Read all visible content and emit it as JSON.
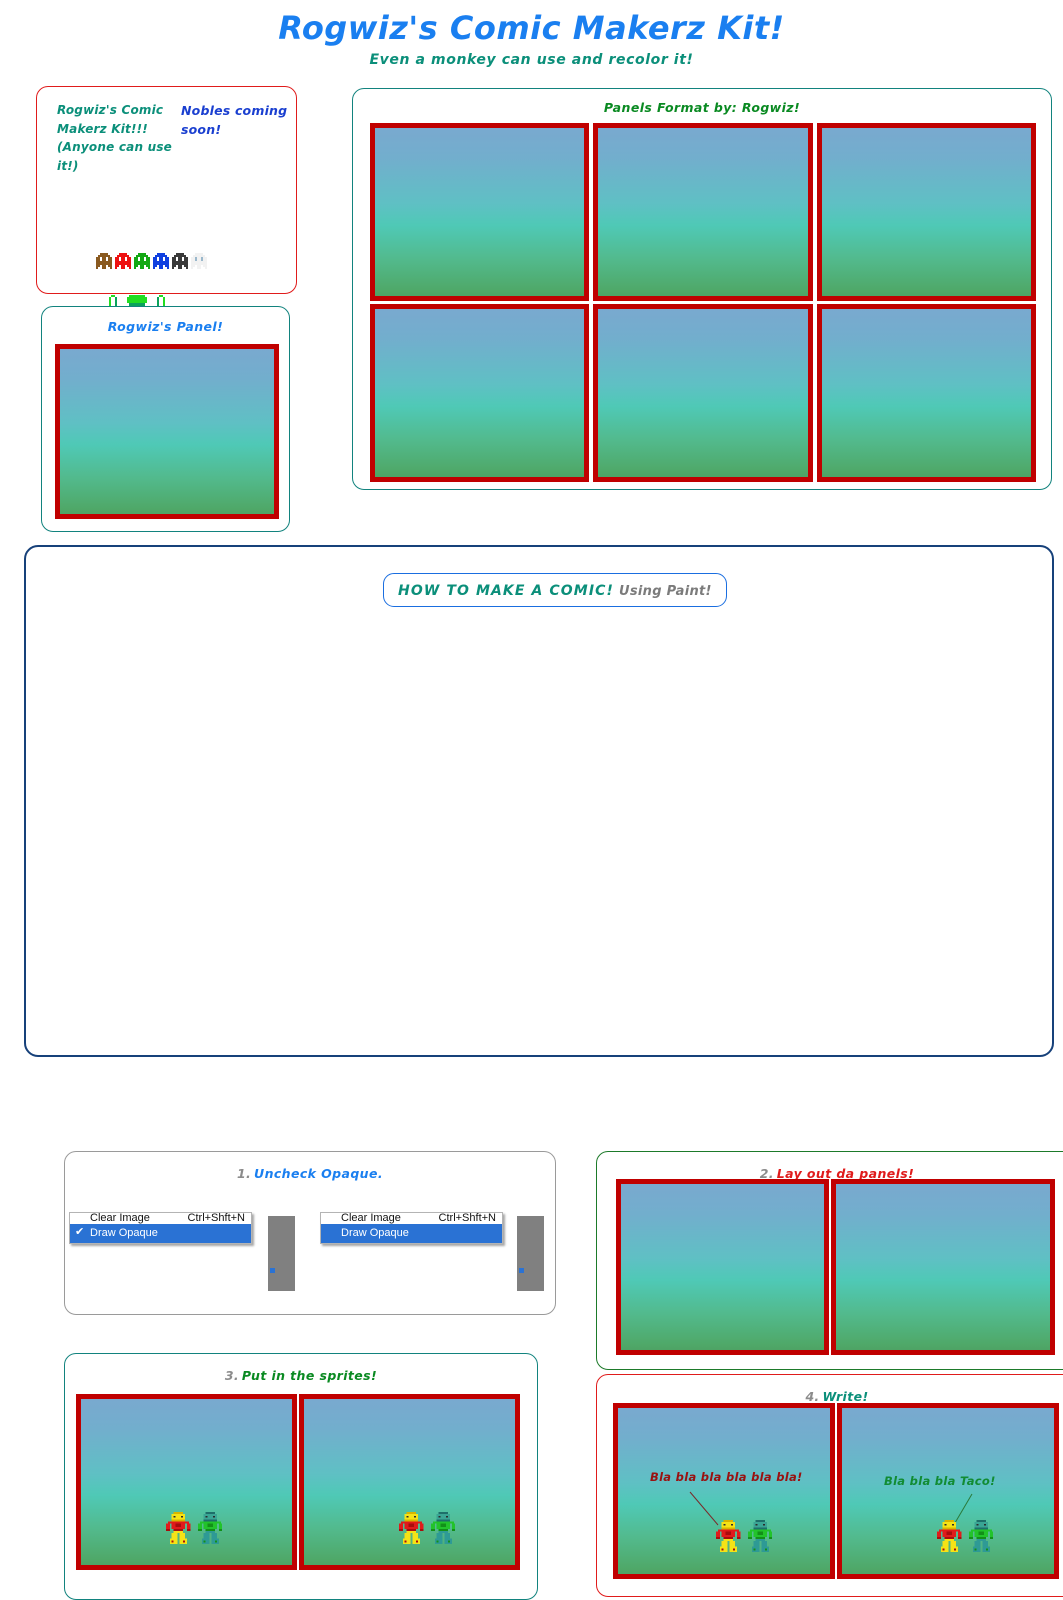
{
  "header": {
    "title": "Rogwiz's Comic Makerz Kit!",
    "subtitle": "Even a monkey can use and recolor it!",
    "title_color": "#1a7ff0",
    "subtitle_color": "#0b8f7a"
  },
  "info_box": {
    "left_text": "Rogwiz's Comic Makerz Kit!!! (Anyone can use it!)",
    "left_lines": [
      "Rogwiz's Comic",
      "Makerz Kit!!!",
      "(Anyone can use it!)"
    ],
    "right_text": "Nobles coming soon!",
    "right_lines": [
      "Nobles coming",
      "soon!"
    ],
    "left_color": "#0b8f7a",
    "right_color": "#1a3fd0",
    "border_color": "#e01b1b",
    "blob_sprites": [
      {
        "name": "blob-brown",
        "color": "#8a5a20"
      },
      {
        "name": "blob-red",
        "color": "#ee1111"
      },
      {
        "name": "blob-green",
        "color": "#14a814"
      },
      {
        "name": "blob-blue",
        "color": "#1040e0"
      },
      {
        "name": "blob-dark",
        "color": "#3a3a3a"
      },
      {
        "name": "blob-white",
        "color": "#f2f2f2"
      }
    ],
    "parts_sprite_label": "disassembled-robot-parts",
    "assembled_sprites": [
      "robot-red-yellow",
      "robot-green-teal"
    ]
  },
  "single_panel_card": {
    "title": "Rogwiz's Panel!",
    "title_color": "#1a7ff0",
    "border_color": "#12837e"
  },
  "panels_format_card": {
    "title": "Panels Format  by: Rogwiz!",
    "title_color": "#0a8a22",
    "border_color": "#12837e",
    "panel_count": 6
  },
  "panel_style": {
    "frame_color": "#c00000",
    "gradient_top": "#79a9cf",
    "gradient_mid": "#4fc9b6",
    "gradient_bottom": "#4ea365"
  },
  "howto": {
    "header_title": "HOW TO MAKE A COMIC!",
    "header_sub": "Using Paint!",
    "header_title_color": "#0b8f7a",
    "header_sub_color": "#7b7b7b",
    "header_border_color": "#1a6ee0",
    "container_border_color": "#17417a",
    "steps": [
      {
        "number": "1.",
        "label": "Uncheck Opaque.",
        "label_color": "#1a7ff0",
        "border_color": "#9a9a9a",
        "menus": [
          {
            "name": "paint-menu-checked",
            "clear_image_label": "Clear Image",
            "clear_image_shortcut": "Ctrl+Shft+N",
            "draw_opaque_label": "Draw Opaque",
            "checked": true,
            "check_glyph": "✔"
          },
          {
            "name": "paint-menu-unchecked",
            "clear_image_label": "Clear Image",
            "clear_image_shortcut": "Ctrl+Shft+N",
            "draw_opaque_label": "Draw Opaque",
            "checked": false,
            "check_glyph": ""
          }
        ]
      },
      {
        "number": "2.",
        "label": "Lay out da panels!",
        "label_color": "#e01b1b",
        "border_color": "#1d7a2a",
        "panels": 2
      },
      {
        "number": "3.",
        "label": "Put in the sprites!",
        "label_color": "#0a8a22",
        "border_color": "#12837e",
        "panels": 2
      },
      {
        "number": "4.",
        "label": "Write!",
        "label_color": "#0b8f7a",
        "border_color": "#e01b1b",
        "panels": 2,
        "dialogue": [
          {
            "text": "Bla bla bla bla bla bla!",
            "color": "#991111"
          },
          {
            "text": "Bla bla bla Taco!",
            "color": "#118c33"
          }
        ]
      }
    ]
  }
}
